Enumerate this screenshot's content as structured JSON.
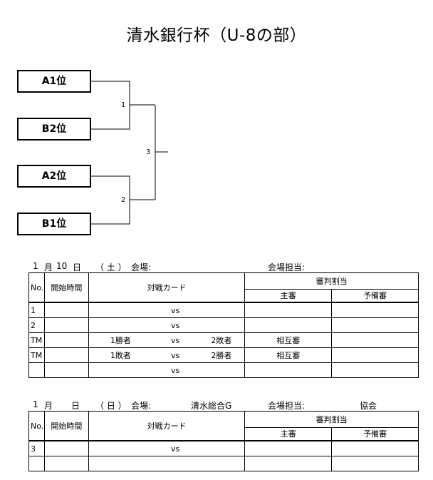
{
  "title": "清水銀行杯（U-8の部）",
  "bracket": {
    "teams": [
      "A1位",
      "B2位",
      "A2位",
      "B1位"
    ],
    "match_labels": [
      "1",
      "2",
      "3"
    ]
  },
  "schedule1": {
    "month": "1",
    "month_unit": "月",
    "day": "10",
    "day_unit": "日",
    "weekday": "（ 土 ）",
    "venue_label": "会場:",
    "venue": "",
    "manager_label": "会場担当:",
    "manager": "",
    "headers": {
      "no": "No.",
      "start_time": "開始時間",
      "matchup": "対戦カード",
      "referee": "審判割当",
      "chief": "主審",
      "reserve": "予備審"
    },
    "rows": [
      {
        "no": "1",
        "time": "",
        "home": "",
        "vs": "vs",
        "away": "",
        "chief": "",
        "reserve": ""
      },
      {
        "no": "2",
        "time": "",
        "home": "",
        "vs": "vs",
        "away": "",
        "chief": "",
        "reserve": ""
      },
      {
        "no": "TM",
        "time": "",
        "home": "1勝者",
        "vs": "vs",
        "away": "2敗者",
        "chief": "相互審",
        "reserve": ""
      },
      {
        "no": "TM",
        "time": "",
        "home": "1敗者",
        "vs": "vs",
        "away": "2勝者",
        "chief": "相互審",
        "reserve": ""
      },
      {
        "no": "",
        "time": "",
        "home": "",
        "vs": "vs",
        "away": "",
        "chief": "",
        "reserve": ""
      }
    ]
  },
  "schedule2": {
    "month": "1",
    "month_unit": "月",
    "day": "",
    "day_unit": "日",
    "weekday": "（ 日 ）",
    "venue_label": "会場:",
    "venue": "清水総合G",
    "manager_label": "会場担当:",
    "manager": "協会",
    "headers": {
      "no": "No.",
      "start_time": "開始時間",
      "matchup": "対戦カード",
      "referee": "審判割当",
      "chief": "主審",
      "reserve": "予備審"
    },
    "rows": [
      {
        "no": "3",
        "time": "",
        "home": "",
        "vs": "vs",
        "away": "",
        "chief": "",
        "reserve": ""
      },
      {
        "no": "",
        "time": "",
        "home": "",
        "vs": "",
        "away": "",
        "chief": "",
        "reserve": ""
      }
    ]
  }
}
